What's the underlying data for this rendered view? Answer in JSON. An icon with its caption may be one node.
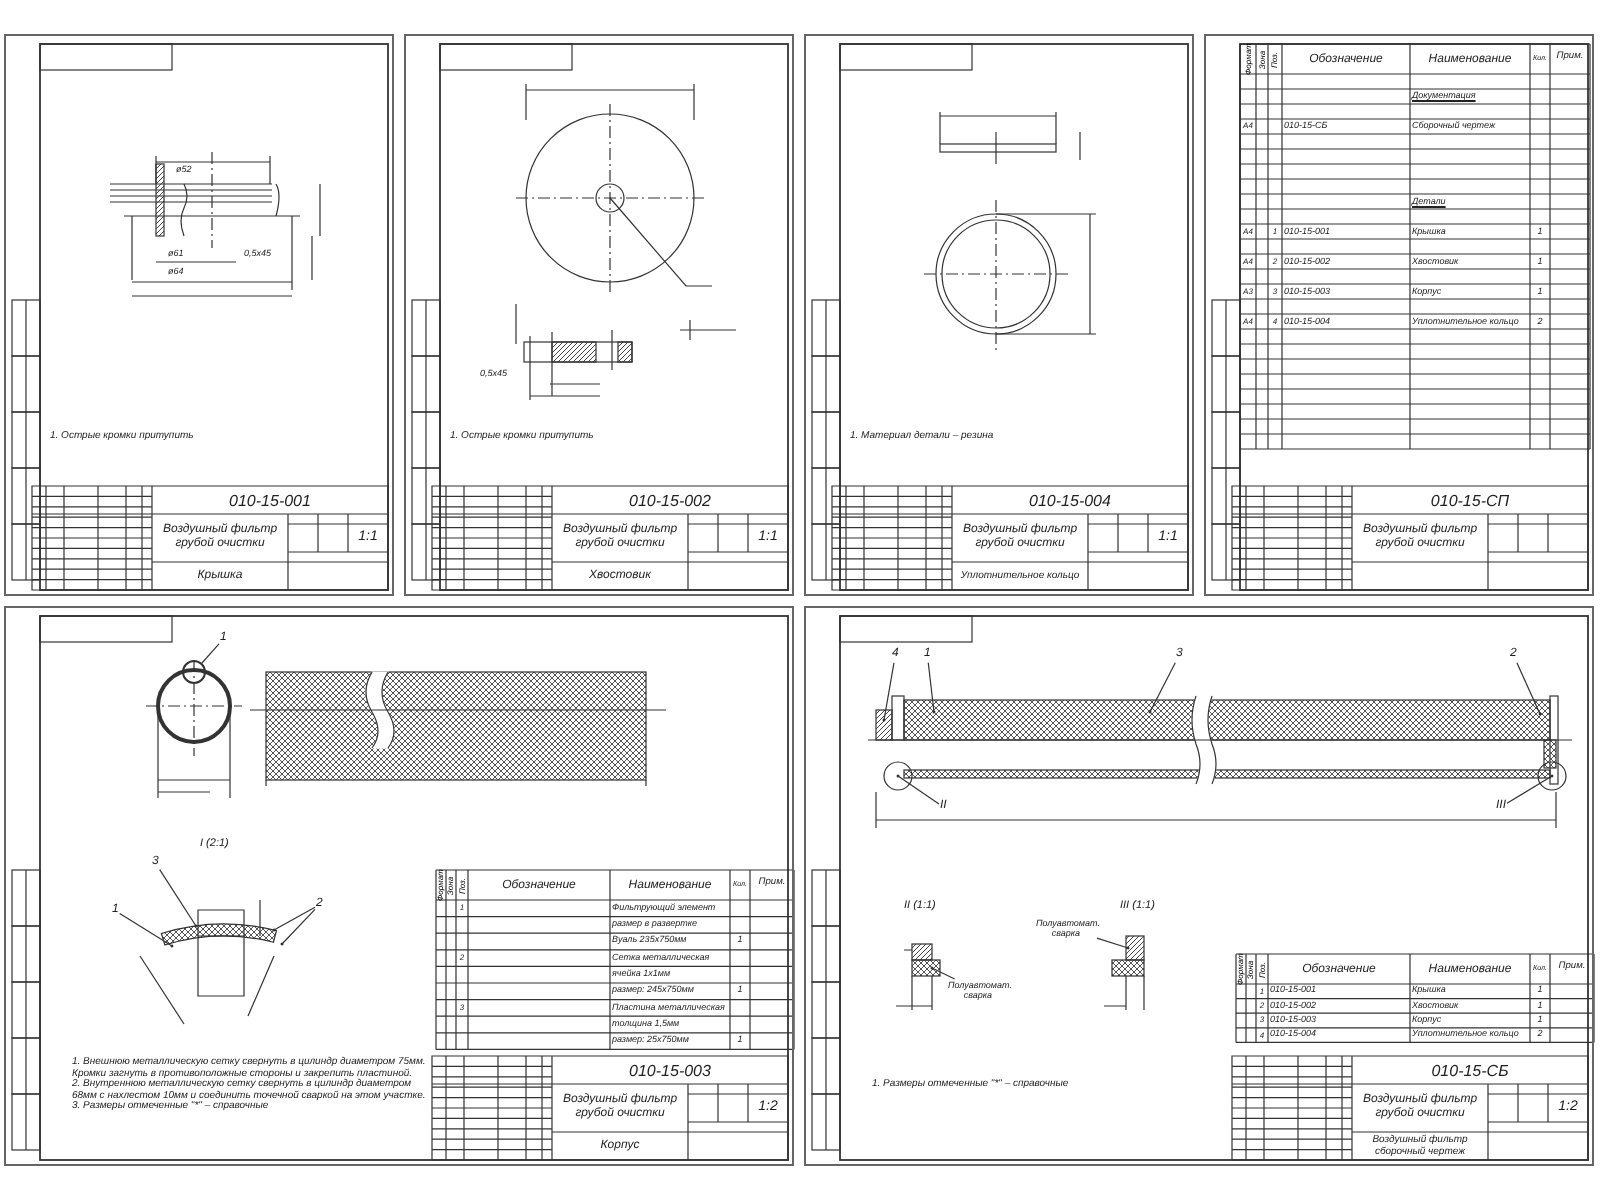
{
  "diagram": {
    "nodes": [
      {
        "text": [
          "010-15-001",
          "Воздушный фильтр грубой очистки",
          "Крышка",
          "1:1",
          "1. Острые кромки притупить"
        ]
      },
      {
        "text": [
          "010-15-002",
          "Воздушный фильтр грубой очистки",
          "Хвостовик",
          "1:1",
          "1. Острые кромки притупить"
        ]
      },
      {
        "text": [
          "010-15-004",
          "Воздушный фильтр грубой очистки",
          "Уплотнительное кольцо",
          "1:1",
          "1. Материал детали – резина"
        ]
      },
      {
        "text": [
          "010-15-СП",
          "Воздушный фильтр грубой очистки"
        ]
      },
      {
        "text": [
          "010-15-003",
          "Воздушный фильтр грубой очистки",
          "Корпус",
          "1:2",
          "1. Внешнюю металлическую сетку свернуть в цилиндр диаметром 75мм. Кромки загнуть в противоположные стороны и закрепить пластиной.",
          "2. Внутреннюю металлическую сетку свернуть в цилиндр диаметром 68мм с нахлестом 10мм и соединить точечной сваркой на этом участке.",
          "3. Размеры отмеченные \"*\" – справочные"
        ]
      },
      {
        "text": [
          "010-15-СБ",
          "Воздушный фильтр грубой очистки",
          "Воздушный фильтр сборочный чертеж",
          "1:2",
          "1. Размеры отмеченные \"*\" – справочные"
        ]
      },
      {
        "text": [
          "1"
        ],
        "in": 4
      },
      {
        "text": [
          "3"
        ],
        "in": 4
      },
      {
        "text": [
          "1"
        ],
        "in": 4
      },
      {
        "text": [
          "2"
        ],
        "in": 4
      },
      {
        "text": [
          "4"
        ],
        "in": 5
      },
      {
        "text": [
          "1"
        ],
        "in": 5
      },
      {
        "text": [
          "3"
        ],
        "in": 5
      },
      {
        "text": [
          "2"
        ],
        "in": 5
      },
      {
        "text": [
          "II"
        ],
        "in": 5
      },
      {
        "text": [
          "III"
        ],
        "in": 5
      },
      {
        "text": [
          "Полуавтомат. сварка"
        ],
        "in": 5
      },
      {
        "text": [
          "Полуавтомат. сварка"
        ],
        "in": 5
      },
      {
        "text": [],
        "shape": "circle",
        "in": 4
      }
    ],
    "edges": [
      {
        "from": 6,
        "to": 18,
        "arrow": "none"
      },
      {
        "from": 7,
        "to": null,
        "arrow": "other"
      },
      {
        "from": 8,
        "to": null,
        "arrow": "other"
      },
      {
        "from": 9,
        "to": null,
        "arrow": "other"
      },
      {
        "from": 9,
        "to": null,
        "arrow": "other"
      },
      {
        "from": 10,
        "to": null,
        "arrow": "other"
      },
      {
        "from": 11,
        "to": null,
        "arrow": "other"
      },
      {
        "from": 12,
        "to": null,
        "arrow": "other"
      },
      {
        "from": 13,
        "to": null,
        "arrow": "other"
      },
      {
        "from": 14,
        "to": null,
        "arrow": "other"
      },
      {
        "from": 15,
        "to": null,
        "arrow": "other"
      },
      {
        "from": 16,
        "to": null,
        "arrow": "other"
      },
      {
        "from": 17,
        "to": null,
        "arrow": "other"
      }
    ],
    "labels": [
      "Формат",
      "Зона",
      "Поз.",
      "Обозначение",
      "Наименование",
      "Кол.",
      "Прим.",
      "Документация",
      "А4",
      "010-15-СБ",
      "Сборочный чертеж",
      "Детали",
      "А4",
      "1",
      "010-15-001",
      "Крышка",
      "1",
      "А4",
      "2",
      "010-15-002",
      "Хвостовик",
      "1",
      "А3",
      "3",
      "010-15-003",
      "Корпус",
      "1",
      "А4",
      "4",
      "010-15-004",
      "Уплотнительное кольцо",
      "2",
      "Формат",
      "Зона",
      "Поз.",
      "Обозначение",
      "Наименование",
      "Кол.",
      "Прим.",
      "1",
      "Фильтрующий элемент",
      "размер в развертке",
      "Вуаль 235х750мм",
      "1",
      "2",
      "Сетка металлическая",
      "ячейка 1х1мм",
      "размер: 245х750мм",
      "1",
      "3",
      "Пластина металлическая",
      "толщина 1,5мм",
      "размер: 25х750мм",
      "1",
      "Формат",
      "Зона",
      "Поз.",
      "Обозначение",
      "Наименование",
      "Кол.",
      "Прим.",
      "1",
      "010-15-001",
      "Крышка",
      "1",
      "2",
      "010-15-002",
      "Хвостовик",
      "1",
      "3",
      "010-15-003",
      "Корпус",
      "1",
      "4",
      "010-15-004",
      "Уплотнительное кольцо",
      "2",
      "I (2:1)",
      "II (1:1)",
      "III (1:1)",
      "ø52",
      "ø61",
      "ø64",
      "0,5х45",
      "0,5х45"
    ]
  }
}
